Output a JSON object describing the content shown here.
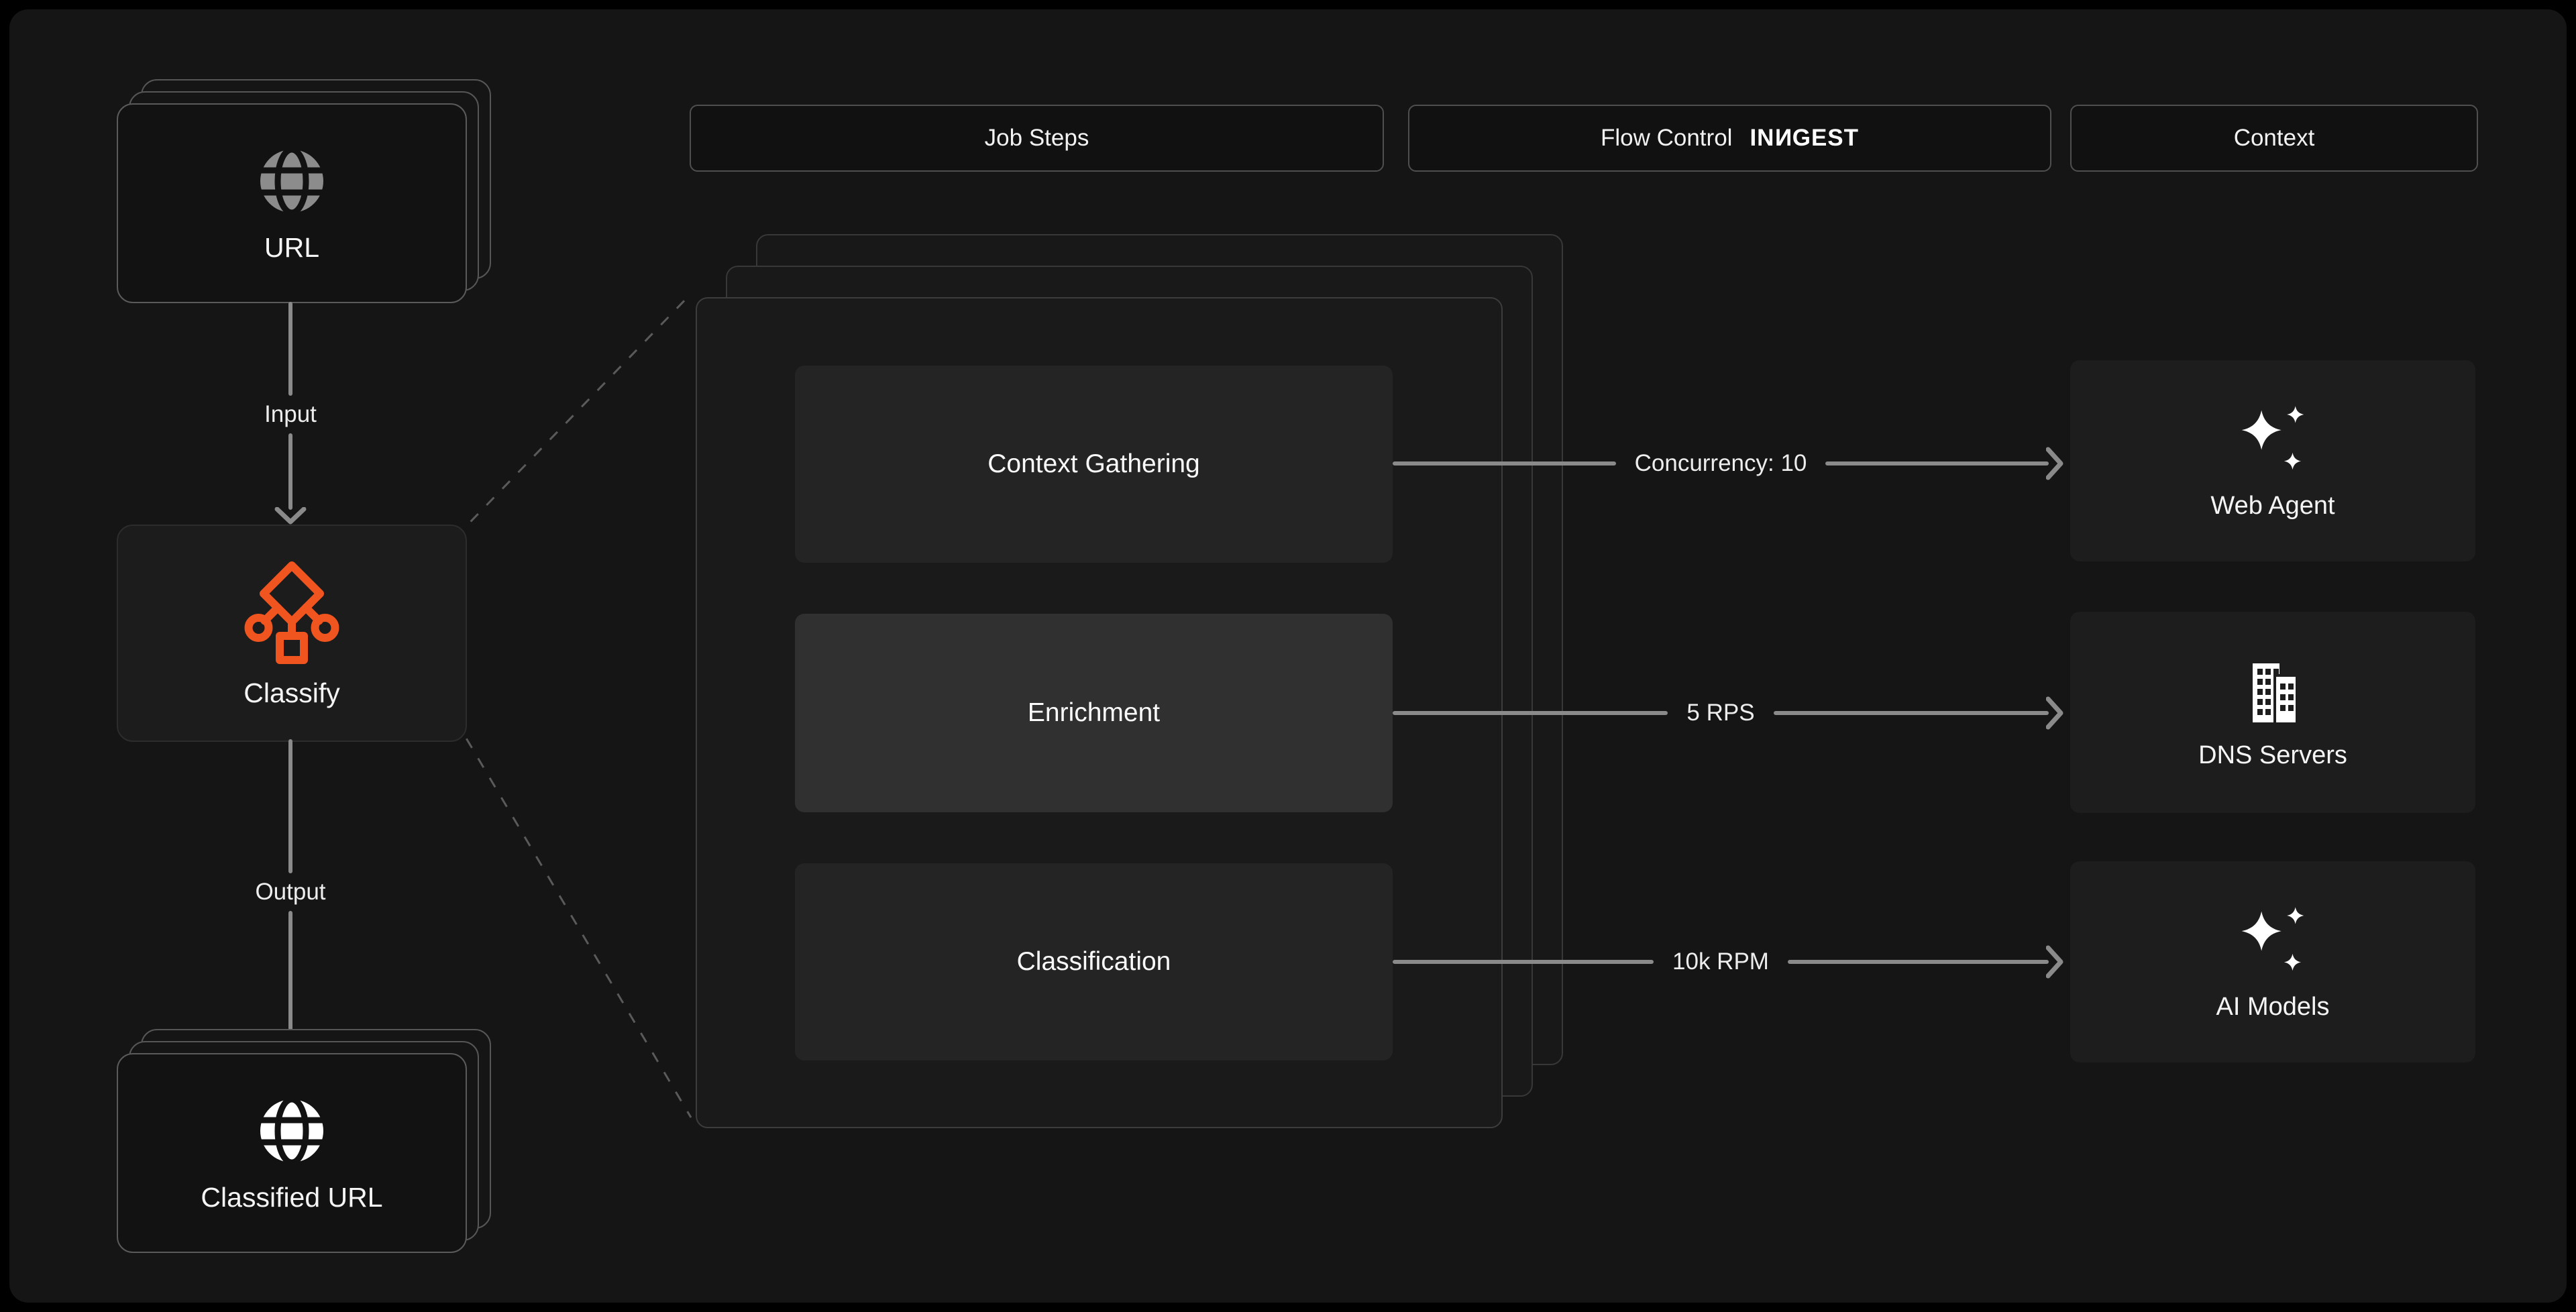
{
  "header": {
    "job_steps_label": "Job Steps",
    "flow_control_label": "Flow Control",
    "context_label": "Context",
    "inngest_logo": {
      "part1": "IN",
      "part2": "N",
      "part3": "GEST"
    }
  },
  "pipeline": {
    "source": {
      "label": "URL",
      "icon": "globe-icon"
    },
    "input_edge_label": "Input",
    "processor": {
      "label": "Classify",
      "icon": "workflow-classify-icon"
    },
    "output_edge_label": "Output",
    "result": {
      "label": "Classified URL",
      "icon": "globe-icon"
    }
  },
  "job_steps": [
    {
      "label": "Context Gathering",
      "active": false
    },
    {
      "label": "Enrichment",
      "active": true
    },
    {
      "label": "Classification",
      "active": false
    }
  ],
  "flow_controls": [
    {
      "label": "Concurrency: 10"
    },
    {
      "label": "5 RPS"
    },
    {
      "label": "10k RPM"
    }
  ],
  "context_nodes": [
    {
      "label": "Web Agent",
      "icon": "sparkles-icon"
    },
    {
      "label": "DNS Servers",
      "icon": "building-icon"
    },
    {
      "label": "AI Models",
      "icon": "sparkles-icon"
    }
  ],
  "colors": {
    "canvas_bg": "#151515",
    "panel_bg": "#1a1a1a",
    "step_bg": "#242424",
    "active_step_bg": "#303030",
    "card_bg": "#121212",
    "context_box_bg": "#1d1d1d",
    "border_gray": "#565656",
    "arrow_gray": "#8a8a8a",
    "accent_orange": "#F0551F",
    "text_white": "#f5f5f5"
  }
}
